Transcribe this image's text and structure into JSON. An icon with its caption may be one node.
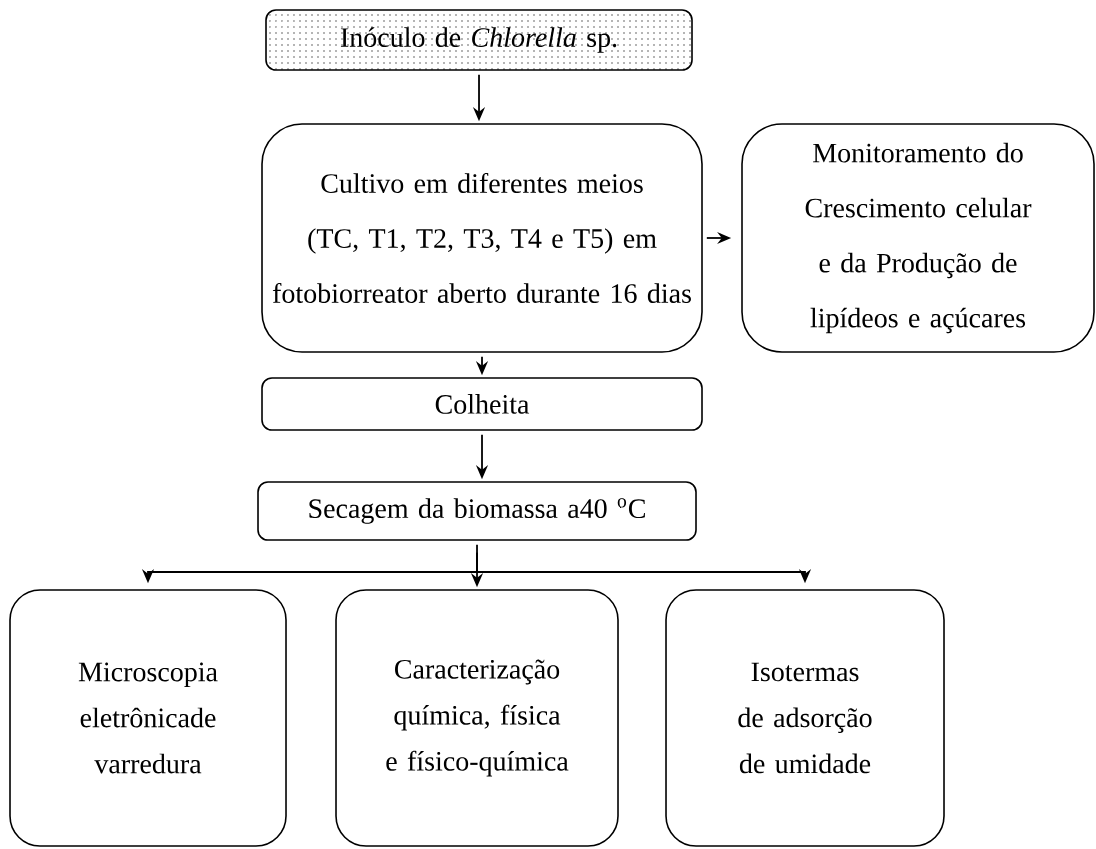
{
  "diagram": {
    "nodes": [
      {
        "text": [
          "Inóculo de *Chlorella* sp."
        ]
      },
      {
        "text": [
          "Cultivo em diferentes meios (TC, T1, T2, T3, T4 e T5) em fotobiorreator aberto durante 16 dias"
        ]
      },
      {
        "text": [
          "Monitoramento do Crescimento celular e da Produção de lipídeos e açúcares"
        ]
      },
      {
        "text": [
          "Colheita"
        ]
      },
      {
        "text": [
          "Secagem da biomassa a40 $^{o}$C"
        ]
      },
      {
        "text": [
          "Microscopia eletrônicade varredura"
        ]
      },
      {
        "text": [
          "Caracterização química, física e físico-química"
        ]
      },
      {
        "text": [
          "Isotermas de adsorção de umidade"
        ]
      }
    ],
    "edges": [
      {
        "from": 0,
        "to": 1,
        "arrow": "to"
      },
      {
        "from": 1,
        "to": 2,
        "arrow": "to"
      },
      {
        "from": 1,
        "to": 3,
        "arrow": "to"
      },
      {
        "from": 3,
        "to": 4,
        "arrow": "to"
      },
      {
        "from": 4,
        "to": 5,
        "arrow": "to"
      },
      {
        "from": 4,
        "to": 6,
        "arrow": "to"
      },
      {
        "from": 4,
        "to": 7,
        "arrow": "to"
      }
    ]
  }
}
